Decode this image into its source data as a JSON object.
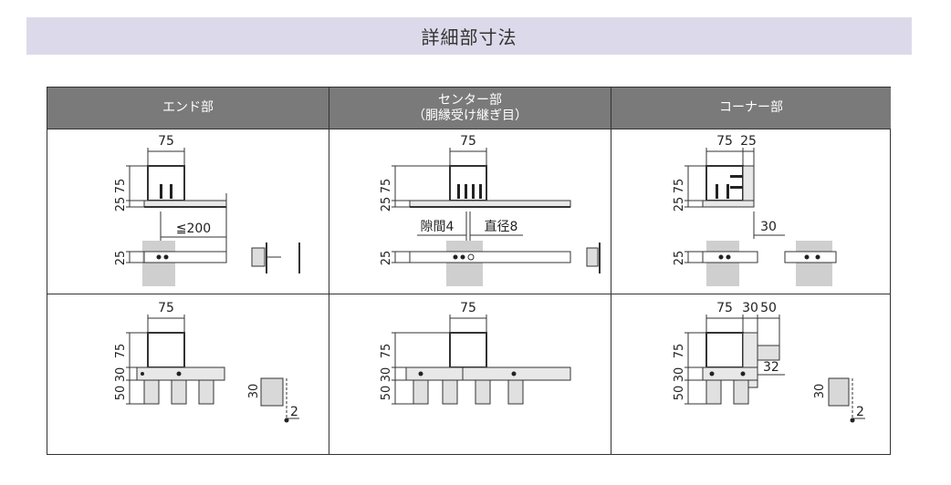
{
  "title": "詳細部寸法",
  "columns": [
    {
      "label": "エンド部",
      "sublabel": ""
    },
    {
      "label": "センター部",
      "sublabel": "（胴縁受け継ぎ目）"
    },
    {
      "label": "コーナー部",
      "sublabel": ""
    }
  ],
  "dims": {
    "w75": "75",
    "w25": "25",
    "h75": "75",
    "h25": "25",
    "h50": "50",
    "h30": "30",
    "d30": "30",
    "d50": "50",
    "d32": "32",
    "d2": "2",
    "le200": "≦200",
    "gap": "隙間4",
    "diameter": "直径8"
  }
}
